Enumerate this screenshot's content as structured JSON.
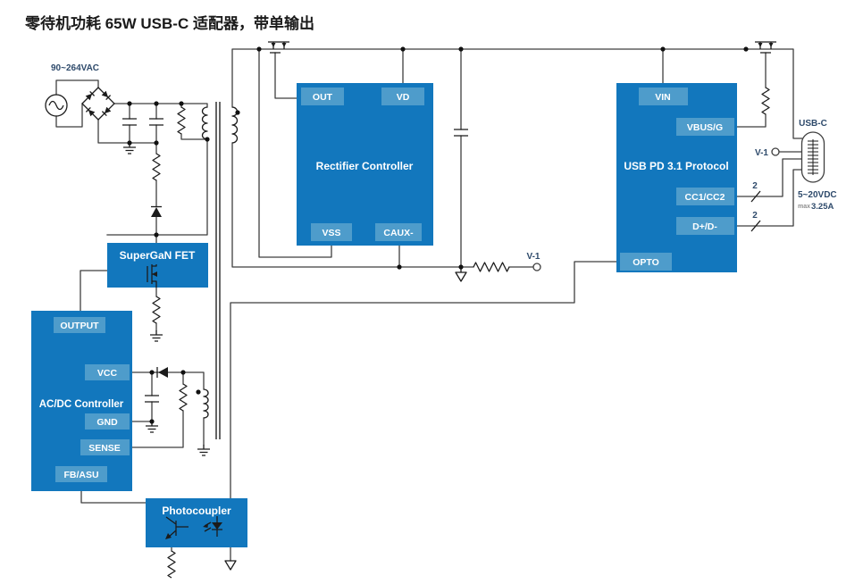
{
  "title": "零待机功耗 65W USB-C 适配器，带单输出",
  "labels": {
    "input_voltage": "90~264VAC",
    "v1_mid": "V-1",
    "v1_right": "V-1",
    "usb_c": "USB-C",
    "vout": "5~20VDC",
    "max_prefix": "max",
    "max_current": "3.25A",
    "cc_count": "2",
    "d_count": "2"
  },
  "blocks": {
    "rectifier": {
      "title": "Rectifier Controller",
      "pins": [
        "OUT",
        "VD",
        "VSS",
        "CAUX-"
      ]
    },
    "usb_pd": {
      "title": "USB PD 3.1 Protocol",
      "pins": [
        "VIN",
        "VBUS/G",
        "CC1/CC2",
        "D+/D-",
        "OPTO"
      ]
    },
    "supergan": {
      "title": "SuperGaN FET"
    },
    "acdc": {
      "title": "AC/DC Controller",
      "pins": [
        "OUTPUT",
        "VCC",
        "GND",
        "SENSE",
        "FB/ASU"
      ]
    },
    "photocoupler": {
      "title": "Photocoupler"
    }
  },
  "colors": {
    "block_blue": "#1277BD",
    "pin_blue": "#4E9CCB",
    "wire": "#3F3F3F",
    "label_navy": "#2E4A6B",
    "muted_gray": "#8F8F8F"
  }
}
